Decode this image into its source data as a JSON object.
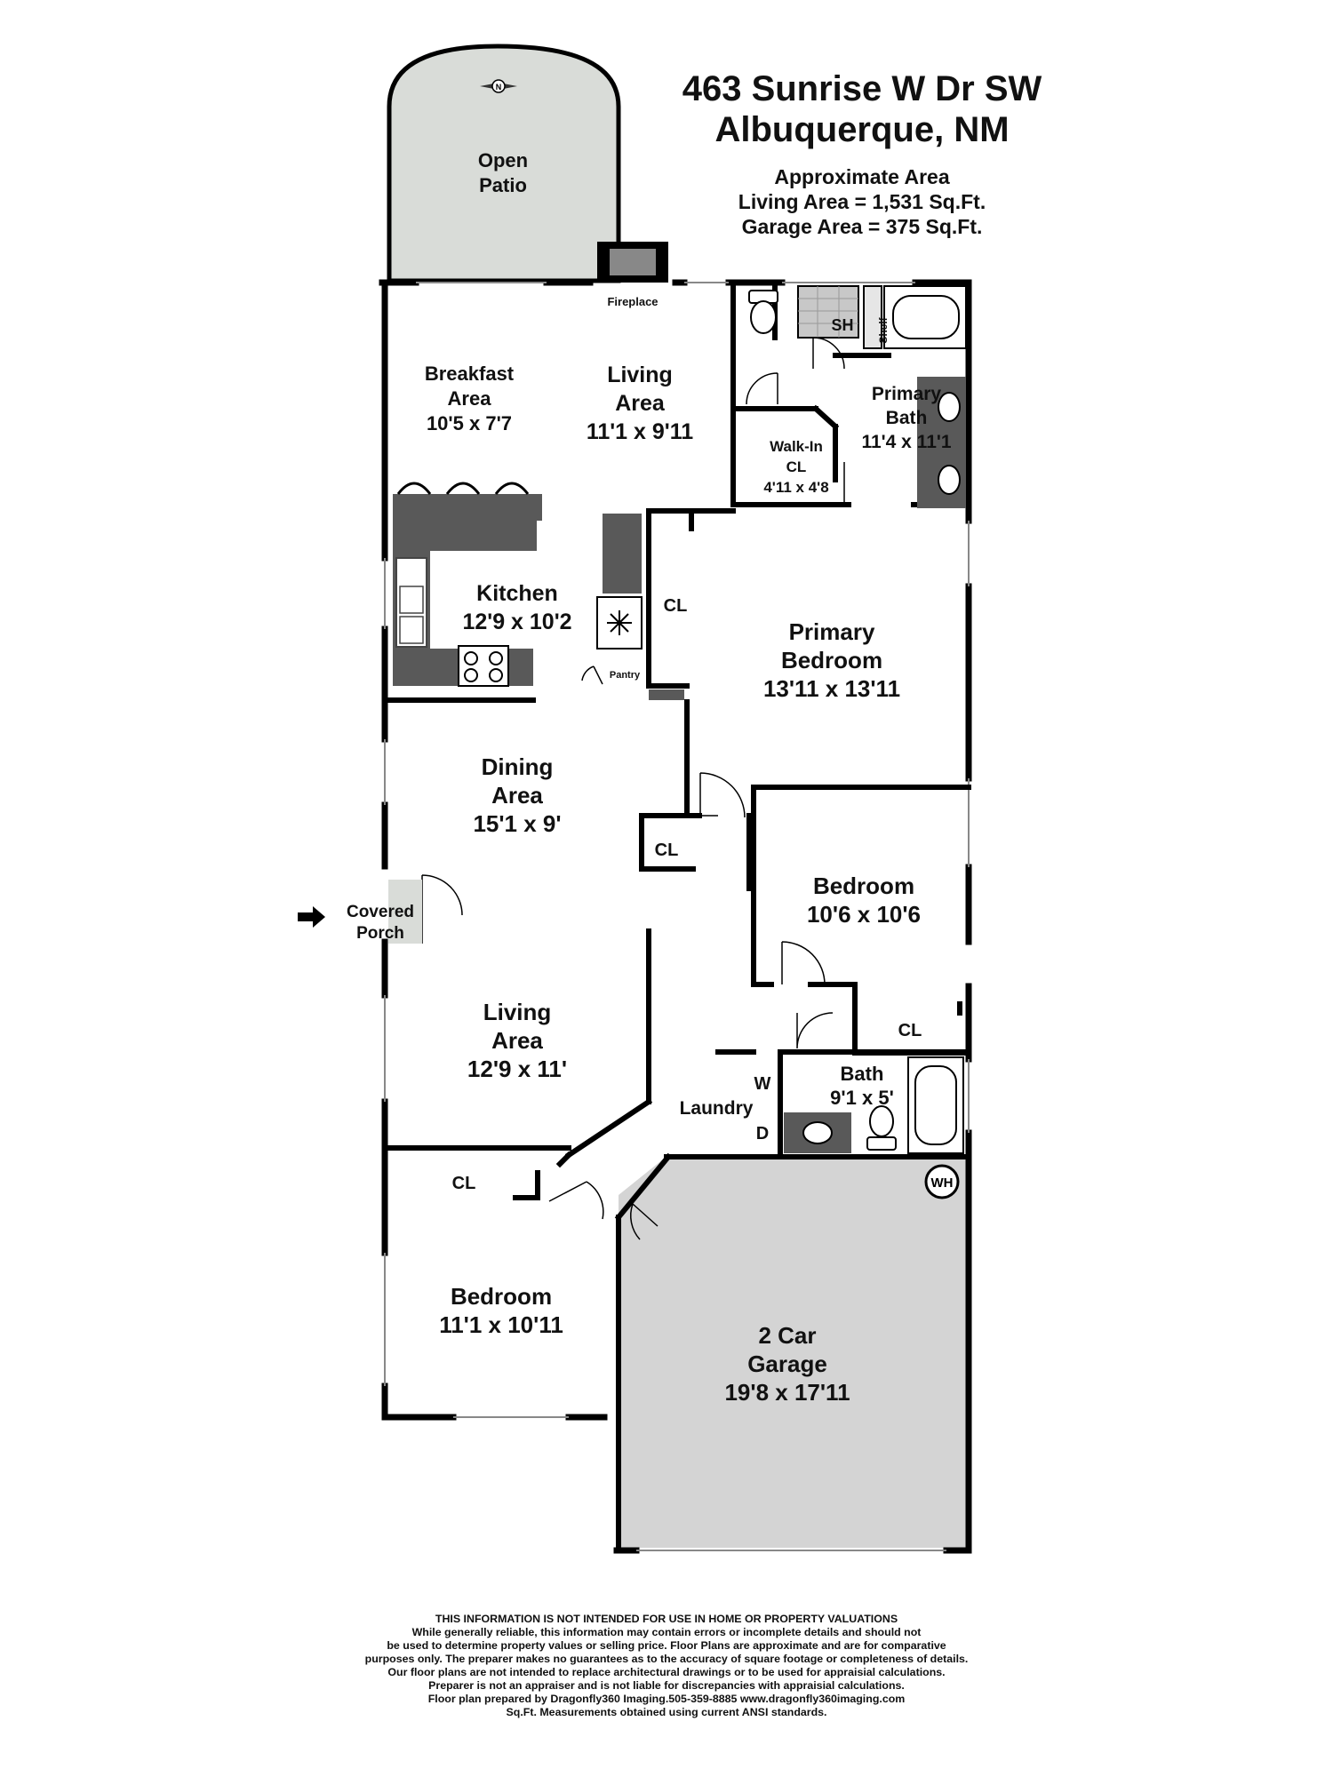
{
  "header": {
    "address_line1": "463 Sunrise W Dr SW",
    "address_line2": "Albuquerque, NM",
    "area_heading": "Approximate Area",
    "living_area": "Living Area = 1,531 Sq.Ft.",
    "garage_area": "Garage Area = 375 Sq.Ft."
  },
  "rooms": {
    "open_patio": [
      "Open",
      "Patio"
    ],
    "breakfast": [
      "Breakfast",
      "Area",
      "10'5 x 7'7"
    ],
    "living_upper": [
      "Living",
      "Area",
      "11'1 x 9'11"
    ],
    "fireplace": "Fireplace",
    "primary_bath": [
      "Primary",
      "Bath",
      "11'4 x 11'1"
    ],
    "shower": "SH",
    "shelf": "Shelf",
    "walkin": [
      "Walk-In",
      "CL",
      "4'11 x 4'8"
    ],
    "kitchen": [
      "Kitchen",
      "12'9 x 10'2"
    ],
    "pantry": "Pantry",
    "primary_bedroom": [
      "Primary",
      "Bedroom",
      "13'11 x 13'11"
    ],
    "closet_cl": "CL",
    "dining": [
      "Dining",
      "Area",
      "15'1 x 9'"
    ],
    "bedroom2": [
      "Bedroom",
      "10'6 x 10'6"
    ],
    "covered_porch": [
      "Covered",
      "Porch"
    ],
    "living_lower": [
      "Living",
      "Area",
      "12'9 x 11'"
    ],
    "bath": [
      "Bath",
      "9'1 x 5'"
    ],
    "laundry": "Laundry",
    "washer": "W",
    "dryer": "D",
    "water_heater": "WH",
    "bedroom3": [
      "Bedroom",
      "11'1 x 10'11"
    ],
    "garage": [
      "2 Car",
      "Garage",
      "19'8 x 17'11"
    ]
  },
  "compass_letter": "N",
  "colors": {
    "wall": "#000000",
    "patio": "#d9dcd8",
    "garage": "#d4d4d4",
    "counter": "#595959",
    "tile": "#c8c8c8"
  },
  "disclaimer": [
    "THIS INFORMATION IS NOT INTENDED FOR USE IN HOME OR PROPERTY VALUATIONS",
    "While generally reliable, this information may contain errors or incomplete details and should not",
    "be used to determine property values or selling price. Floor Plans are approximate and are for comparative",
    "purposes only. The preparer makes no guarantees as to the accuracy of square footage or completeness of details.",
    "Our floor plans are not intended to replace architectural drawings or to be used for appraisial calculations.",
    "Preparer is not an appraiser and is not liable for discrepancies with appraisial calculations.",
    "Floor plan prepared by Dragonfly360 Imaging.505-359-8885  www.dragonfly360imaging.com",
    "Sq.Ft. Measurements obtained using current ANSI standards."
  ]
}
